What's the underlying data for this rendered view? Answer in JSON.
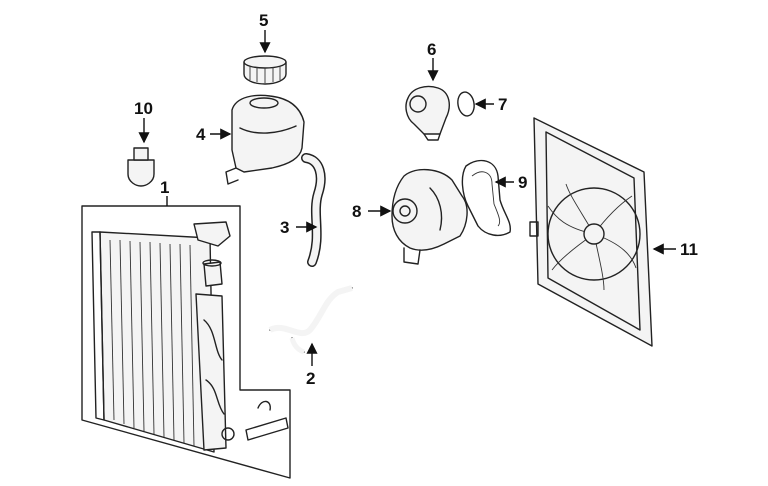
{
  "callouts": {
    "c1": "1",
    "c2": "2",
    "c3": "3",
    "c4": "4",
    "c5": "5",
    "c6": "6",
    "c7": "7",
    "c8": "8",
    "c9": "9",
    "c10": "10",
    "c11": "11"
  },
  "colors": {
    "line": "#222222",
    "background": "#ffffff"
  }
}
